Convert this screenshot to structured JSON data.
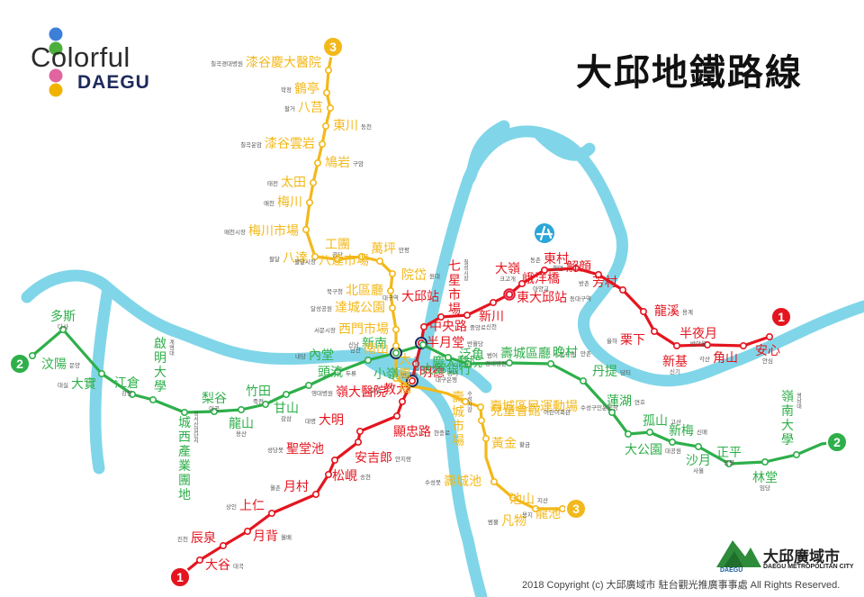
{
  "title": "大邱地鐵路線",
  "logo": {
    "line1": "Colorful",
    "line2": "DAEGU",
    "dot_colors": [
      "#3b7fd9",
      "#4caf3c",
      "#e0659e",
      "#f0b400"
    ]
  },
  "copyright": "2018 Copyright (c) 大邱廣域市 駐台觀光推廣事事處  All Rights Reserved.",
  "metro_logo": {
    "name": "大邱廣域市",
    "name_en": "DAEGU METROPOLITAN CITY",
    "mark": "DAEGU"
  },
  "colors": {
    "line1": "#e4151f",
    "line2": "#2eaf4a",
    "line3": "#f3b81a",
    "river": "#80d6e8",
    "airport": "#2aa6d8"
  },
  "badges": [
    {
      "line": "1",
      "color": "#e4151f"
    },
    {
      "line": "1",
      "color": "#e4151f"
    },
    {
      "line": "2",
      "color": "#2eaf4a"
    },
    {
      "line": "2",
      "color": "#2eaf4a"
    },
    {
      "line": "3",
      "color": "#f3b81a"
    },
    {
      "line": "3",
      "color": "#f3b81a"
    }
  ],
  "airport_icon": "airplane-icon",
  "stations": {
    "line1": [
      {
        "name": "安心",
        "sub": "안심"
      },
      {
        "name": "角山",
        "sub": "각산"
      },
      {
        "name": "半夜月",
        "sub": "반야월"
      },
      {
        "name": "新基",
        "sub": "신기"
      },
      {
        "name": "栗下",
        "sub": "율하"
      },
      {
        "name": "龍溪",
        "sub": "용계"
      },
      {
        "name": "芳村",
        "sub": "방촌"
      },
      {
        "name": "解顔",
        "sub": "해안"
      },
      {
        "name": "東村",
        "sub": "동촌"
      },
      {
        "name": "峨洋橋",
        "sub": "아양교"
      },
      {
        "name": "東大邱站",
        "sub": "동대구역"
      },
      {
        "name": "大嶺",
        "sub": "크고개"
      },
      {
        "name": "新川",
        "sub": "신천"
      },
      {
        "name": "七星市場",
        "sub": "칠성시장"
      },
      {
        "name": "大邱站",
        "sub": "대구역"
      },
      {
        "name": "中央路",
        "sub": "중앙로"
      },
      {
        "name": "半月堂",
        "sub": "반월당"
      },
      {
        "name": "明德",
        "sub": "명덕"
      },
      {
        "name": "教大",
        "sub": "교대"
      },
      {
        "name": "嶺大醫院",
        "sub": "영대병원"
      },
      {
        "name": "顯忠路",
        "sub": "현충로"
      },
      {
        "name": "大明",
        "sub": "대명"
      },
      {
        "name": "安吉郎",
        "sub": "안지랑"
      },
      {
        "name": "聖堂池",
        "sub": "성당못"
      },
      {
        "name": "松峴",
        "sub": "송현"
      },
      {
        "name": "月村",
        "sub": "월촌"
      },
      {
        "name": "上仁",
        "sub": "상인"
      },
      {
        "name": "月背",
        "sub": "월배"
      },
      {
        "name": "辰泉",
        "sub": "진천"
      },
      {
        "name": "大谷",
        "sub": "대곡"
      }
    ],
    "line2": [
      {
        "name": "汶陽",
        "sub": "문양"
      },
      {
        "name": "多斯",
        "sub": "다사"
      },
      {
        "name": "大實",
        "sub": "대실"
      },
      {
        "name": "江倉",
        "sub": "강창"
      },
      {
        "name": "啟明大學",
        "sub": "계명대"
      },
      {
        "name": "城西產業團地",
        "sub": "성서산업단지"
      },
      {
        "name": "梨谷",
        "sub": "이곡"
      },
      {
        "name": "龍山",
        "sub": "용산"
      },
      {
        "name": "竹田",
        "sub": "죽전"
      },
      {
        "name": "甘山",
        "sub": "감삼"
      },
      {
        "name": "頭流",
        "sub": "두류"
      },
      {
        "name": "內堂",
        "sub": "내당"
      },
      {
        "name": "小嶺",
        "sub": "반고개"
      },
      {
        "name": "新南",
        "sub": "신남"
      },
      {
        "name": "慶大醫院",
        "sub": "경대병원"
      },
      {
        "name": "大邱銀行",
        "sub": "대구은행"
      },
      {
        "name": "泛魚",
        "sub": "범어"
      },
      {
        "name": "壽城區廳",
        "sub": "수성구청"
      },
      {
        "name": "晚村",
        "sub": "만촌"
      },
      {
        "name": "丹提",
        "sub": "담티"
      },
      {
        "name": "蓮湖",
        "sub": "연호"
      },
      {
        "name": "大公園",
        "sub": "대공원"
      },
      {
        "name": "孤山",
        "sub": "고산"
      },
      {
        "name": "新梅",
        "sub": "신매"
      },
      {
        "name": "沙月",
        "sub": "사월"
      },
      {
        "name": "正平",
        "sub": "정평"
      },
      {
        "name": "林堂",
        "sub": "임당"
      },
      {
        "name": "嶺南大學",
        "sub": "영남대"
      }
    ],
    "line3": [
      {
        "name": "漆谷慶大醫院",
        "sub": "칠곡경대병원"
      },
      {
        "name": "鶴亭",
        "sub": "학정"
      },
      {
        "name": "八莒",
        "sub": "팔거"
      },
      {
        "name": "東川",
        "sub": "동천"
      },
      {
        "name": "漆谷雲岩",
        "sub": "칠곡운암"
      },
      {
        "name": "鳩岩",
        "sub": "구암"
      },
      {
        "name": "太田",
        "sub": "태전"
      },
      {
        "name": "梅川",
        "sub": "매천"
      },
      {
        "name": "梅川市場",
        "sub": "매천시장"
      },
      {
        "name": "八達",
        "sub": "팔달"
      },
      {
        "name": "工團",
        "sub": "공단"
      },
      {
        "name": "萬坪",
        "sub": "만평"
      },
      {
        "name": "八達市場",
        "sub": "팔달시장"
      },
      {
        "name": "院岱",
        "sub": "원대"
      },
      {
        "name": "北區廳",
        "sub": "북구청"
      },
      {
        "name": "達城公園",
        "sub": "달성공원"
      },
      {
        "name": "西門市場",
        "sub": "서문시장"
      },
      {
        "name": "南山",
        "sub": "남산"
      },
      {
        "name": "大鳳橋",
        "sub": "대봉교"
      },
      {
        "name": "壽城市場",
        "sub": "수성시장"
      },
      {
        "name": "壽城區民運動場",
        "sub": "수성구민운동장"
      },
      {
        "name": "兒童會館",
        "sub": "어린이회관"
      },
      {
        "name": "黃金",
        "sub": "황금"
      },
      {
        "name": "壽城池",
        "sub": "수성못"
      },
      {
        "name": "池山",
        "sub": "지산"
      },
      {
        "name": "凡物",
        "sub": "범물"
      },
      {
        "name": "龍池",
        "sub": "용지"
      }
    ]
  }
}
